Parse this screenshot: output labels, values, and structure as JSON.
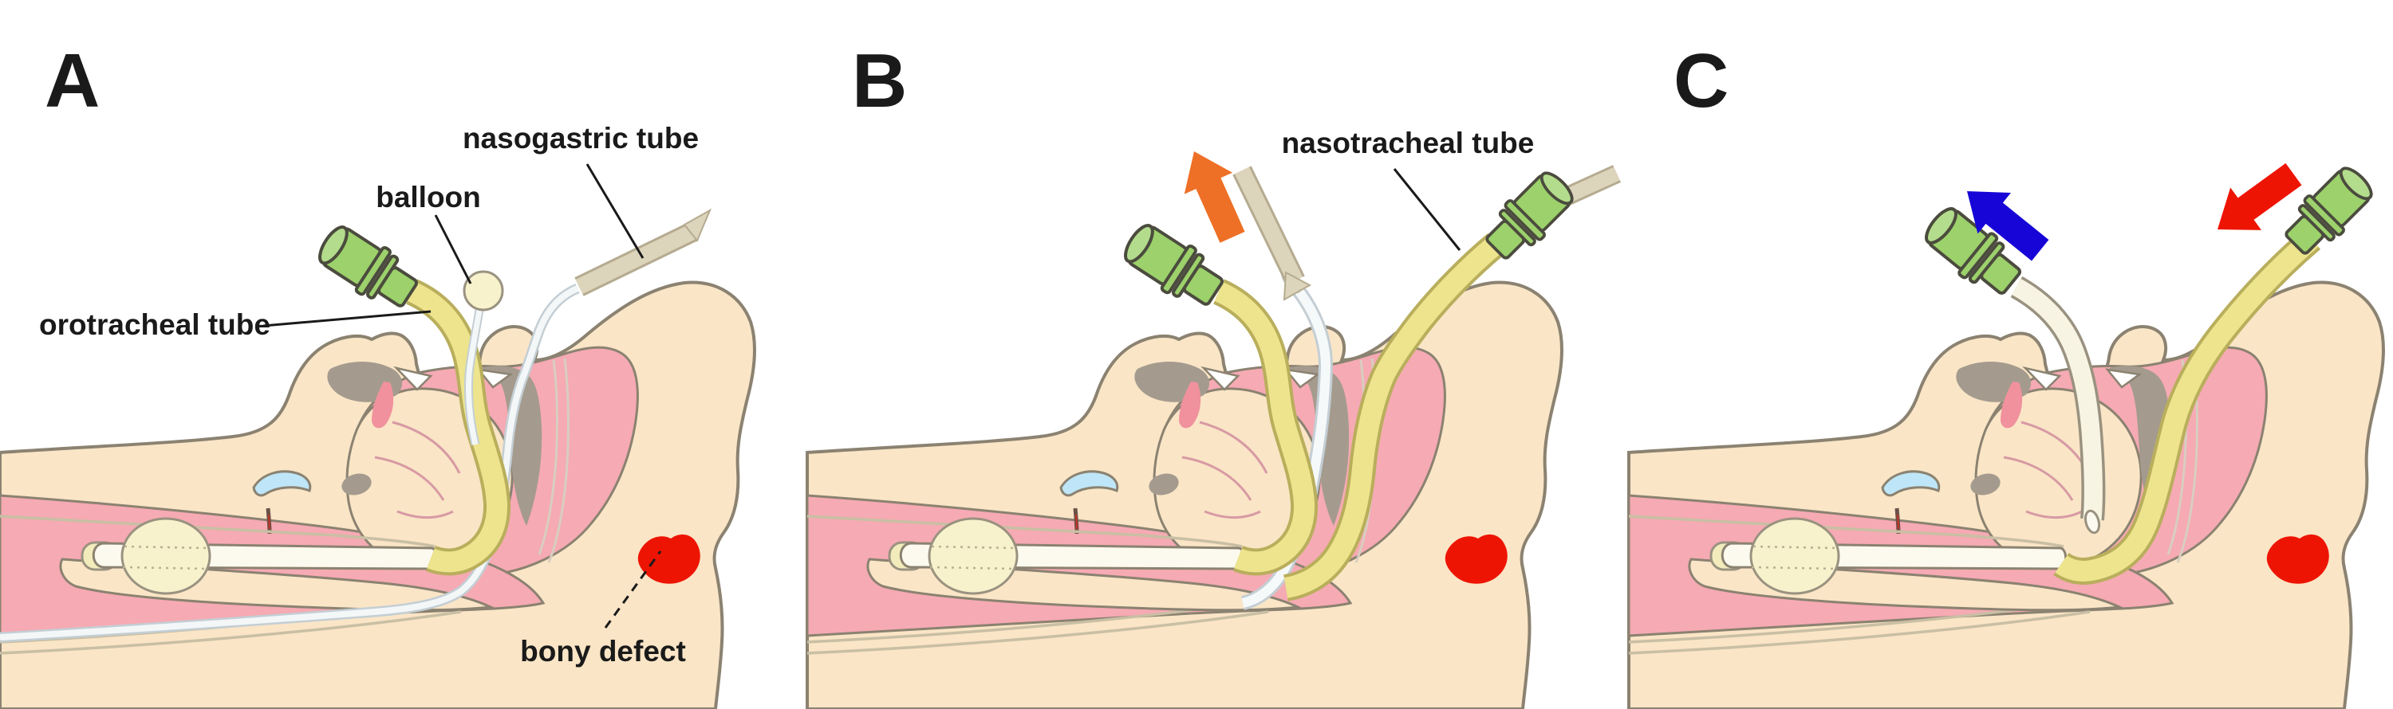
{
  "figure": {
    "description": "Three-panel medical illustration of airway tube exchange in a patient with a skull-base bony defect",
    "panels": [
      {
        "letter": "A",
        "labels": [
          {
            "text": "nasogastric tube"
          },
          {
            "text": "balloon"
          },
          {
            "text": "orotracheal tube"
          },
          {
            "text": "bony defect"
          }
        ]
      },
      {
        "letter": "B",
        "labels": [
          {
            "text": "nasotracheal tube"
          }
        ],
        "arrows": [
          {
            "name": "withdraw-nasogastric-arrow",
            "color": "#EE7026",
            "direction": "up-left"
          }
        ]
      },
      {
        "letter": "C",
        "labels": [],
        "arrows": [
          {
            "name": "withdraw-orotracheal-arrow",
            "color": "#1605D6",
            "direction": "up-left"
          },
          {
            "name": "advance-nasotracheal-arrow",
            "color": "#EE1403",
            "direction": "down-left"
          }
        ]
      }
    ],
    "colors": {
      "skin": "#FAE5C6",
      "outline": "#8B8271",
      "tissue_pink": "#F6AAB3",
      "bone_gray": "#A49B8E",
      "cartilage_blue": "#BEE6F8",
      "tube_yellow": "#EDE48D",
      "tube_yellow_edge": "#B9AE5C",
      "tube_pale": "#F7F4E3",
      "tube_pale_edge": "#9A9280",
      "ng_beige": "#DDD4BC",
      "ng_beige_edge": "#B5AB90",
      "translucent_tube": "#F3F7F8",
      "translucent_tube_edge": "#C4CED4",
      "tube_white": "#FCFAEE",
      "tube_tip_cream": "#F2ECBC",
      "cuff_cream": "#F7F2CC",
      "connector_green": "#9CD16B",
      "connector_green_light": "#B3DC8C",
      "connector_outline": "#4B4B3E",
      "defect_red": "#EE1403",
      "arrow_orange": "#EE7026",
      "arrow_blue": "#1605D6",
      "arrow_red": "#EE1403",
      "label_text": "#1A1A1A"
    }
  }
}
